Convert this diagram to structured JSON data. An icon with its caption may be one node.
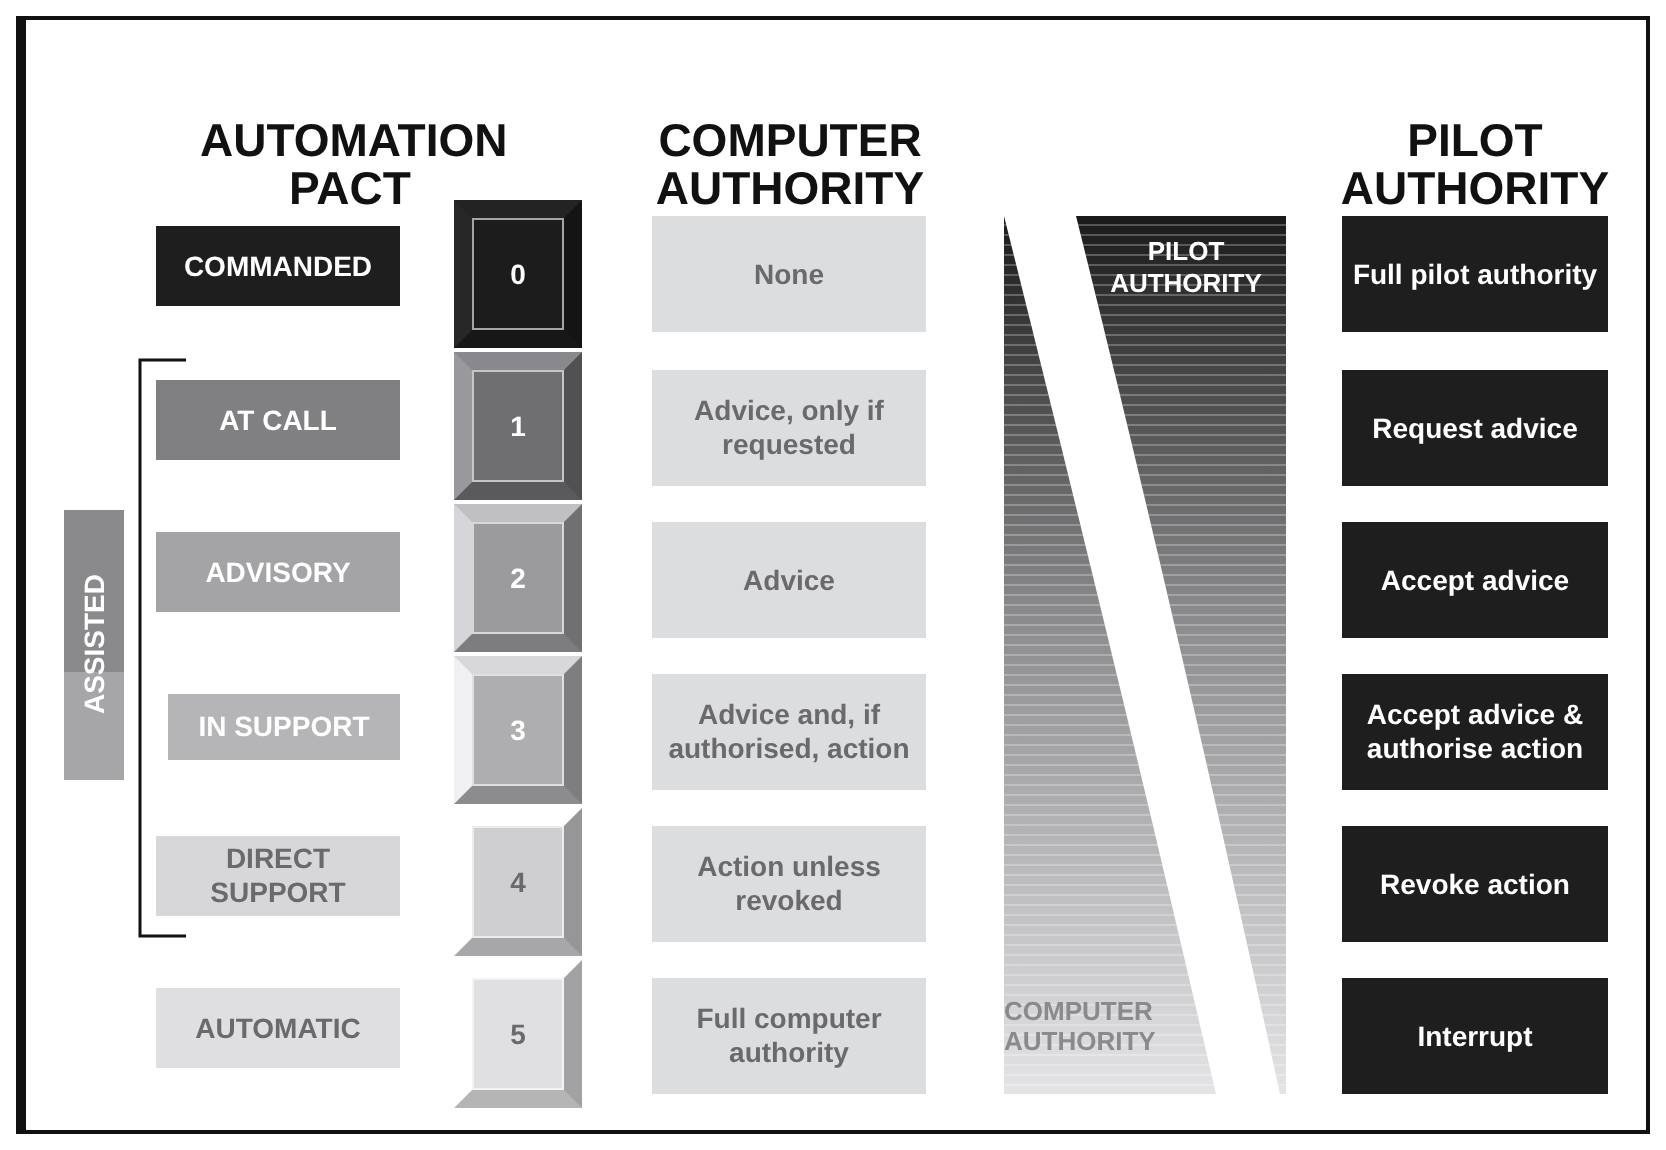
{
  "diagram": {
    "nodes": [
      {
        "text": [
          "COMMANDED"
        ]
      },
      {
        "text": [
          "0"
        ]
      },
      {
        "text": [
          "None"
        ]
      },
      {
        "text": [
          "PILOT AUTHORITY"
        ]
      },
      {
        "text": [
          "Full pilot authority"
        ]
      },
      {
        "text": [
          "ASSISTED"
        ]
      },
      {
        "text": [
          "AT CALL"
        ]
      },
      {
        "text": [
          "1"
        ]
      },
      {
        "text": [
          "Advice, only if requested"
        ]
      },
      {
        "text": [
          "Request advice"
        ]
      },
      {
        "text": [
          "ADVISORY"
        ]
      },
      {
        "text": [
          "2"
        ]
      },
      {
        "text": [
          "Advice"
        ]
      },
      {
        "text": [
          "Accept advice"
        ]
      },
      {
        "text": [
          "IN SUPPORT"
        ]
      },
      {
        "text": [
          "3"
        ]
      },
      {
        "text": [
          "Advice and, if authorised, action"
        ]
      },
      {
        "text": [
          "Accept advice & authorise action"
        ]
      },
      {
        "text": [
          "DIRECT SUPPORT"
        ]
      },
      {
        "text": [
          "4"
        ]
      },
      {
        "text": [
          "Action unless revoked"
        ]
      },
      {
        "text": [
          "Revoke action"
        ]
      },
      {
        "text": [
          "AUTOMATIC"
        ]
      },
      {
        "text": [
          "5"
        ]
      },
      {
        "text": [
          "Full computer authority"
        ]
      },
      {
        "text": [
          "COMPUTER AUTHORITY"
        ]
      },
      {
        "text": [
          "Interrupt"
        ]
      }
    ],
    "labels": [
      "AUTOMATION PACT",
      "COMPUTER AUTHORITY",
      "PILOT AUTHORITY"
    ]
  }
}
